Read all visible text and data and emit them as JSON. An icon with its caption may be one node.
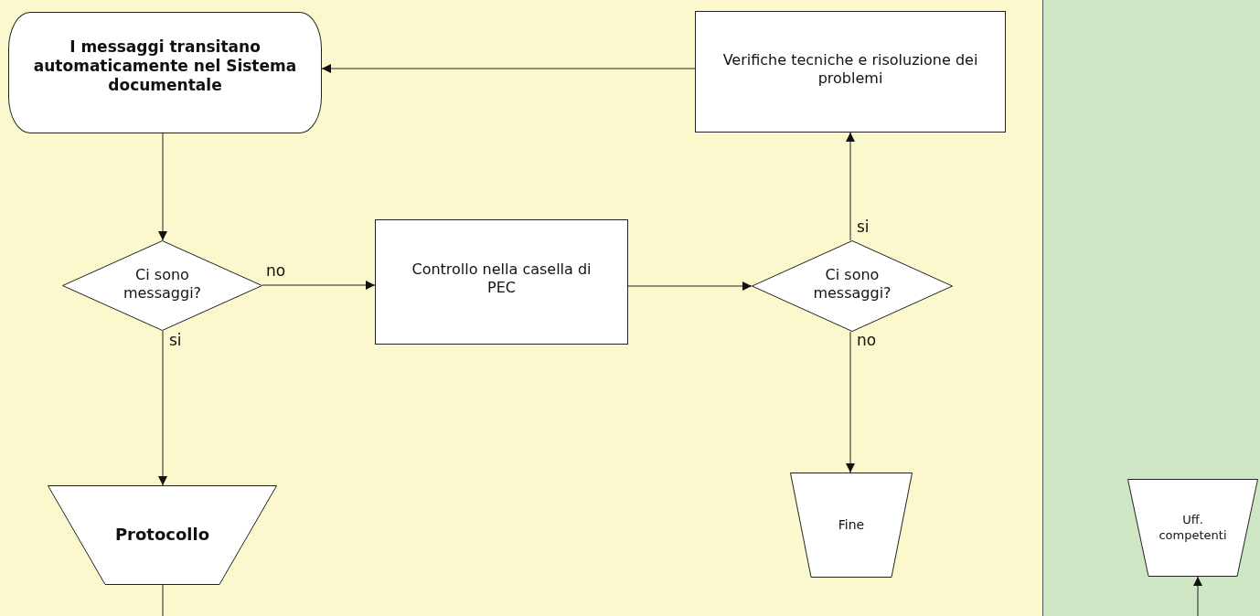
{
  "diagram": {
    "nodes": [
      {
        "text": [
          "I messaggi transitano automaticamente nel Sistema documentale"
        ]
      },
      {
        "text": [
          "Verifiche tecniche e risoluzione dei problemi"
        ]
      },
      {
        "text": [
          "Ci sono messaggi?"
        ]
      },
      {
        "text": [
          "Controllo nella casella di PEC"
        ]
      },
      {
        "text": [
          "Ci sono messaggi?"
        ]
      },
      {
        "text": [
          "Protocollo"
        ]
      },
      {
        "text": [
          "Fine"
        ]
      },
      {
        "text": [
          "Uff. competenti"
        ]
      }
    ],
    "edges": [
      {
        "from": 0,
        "to": 2,
        "arrow": "to"
      },
      {
        "from": 2,
        "to": 3,
        "arrow": "to",
        "label": "no"
      },
      {
        "from": 3,
        "to": 4,
        "arrow": "to"
      },
      {
        "from": 4,
        "to": 1,
        "arrow": "to",
        "label": "si"
      },
      {
        "from": 1,
        "to": 0,
        "arrow": "to"
      },
      {
        "from": 2,
        "to": 5,
        "arrow": "to",
        "label": "si"
      },
      {
        "from": 4,
        "to": 6,
        "arrow": "to",
        "label": "no"
      },
      {
        "from": 5,
        "to": null,
        "arrow": "none"
      },
      {
        "from": null,
        "to": 7,
        "arrow": "to"
      }
    ]
  }
}
